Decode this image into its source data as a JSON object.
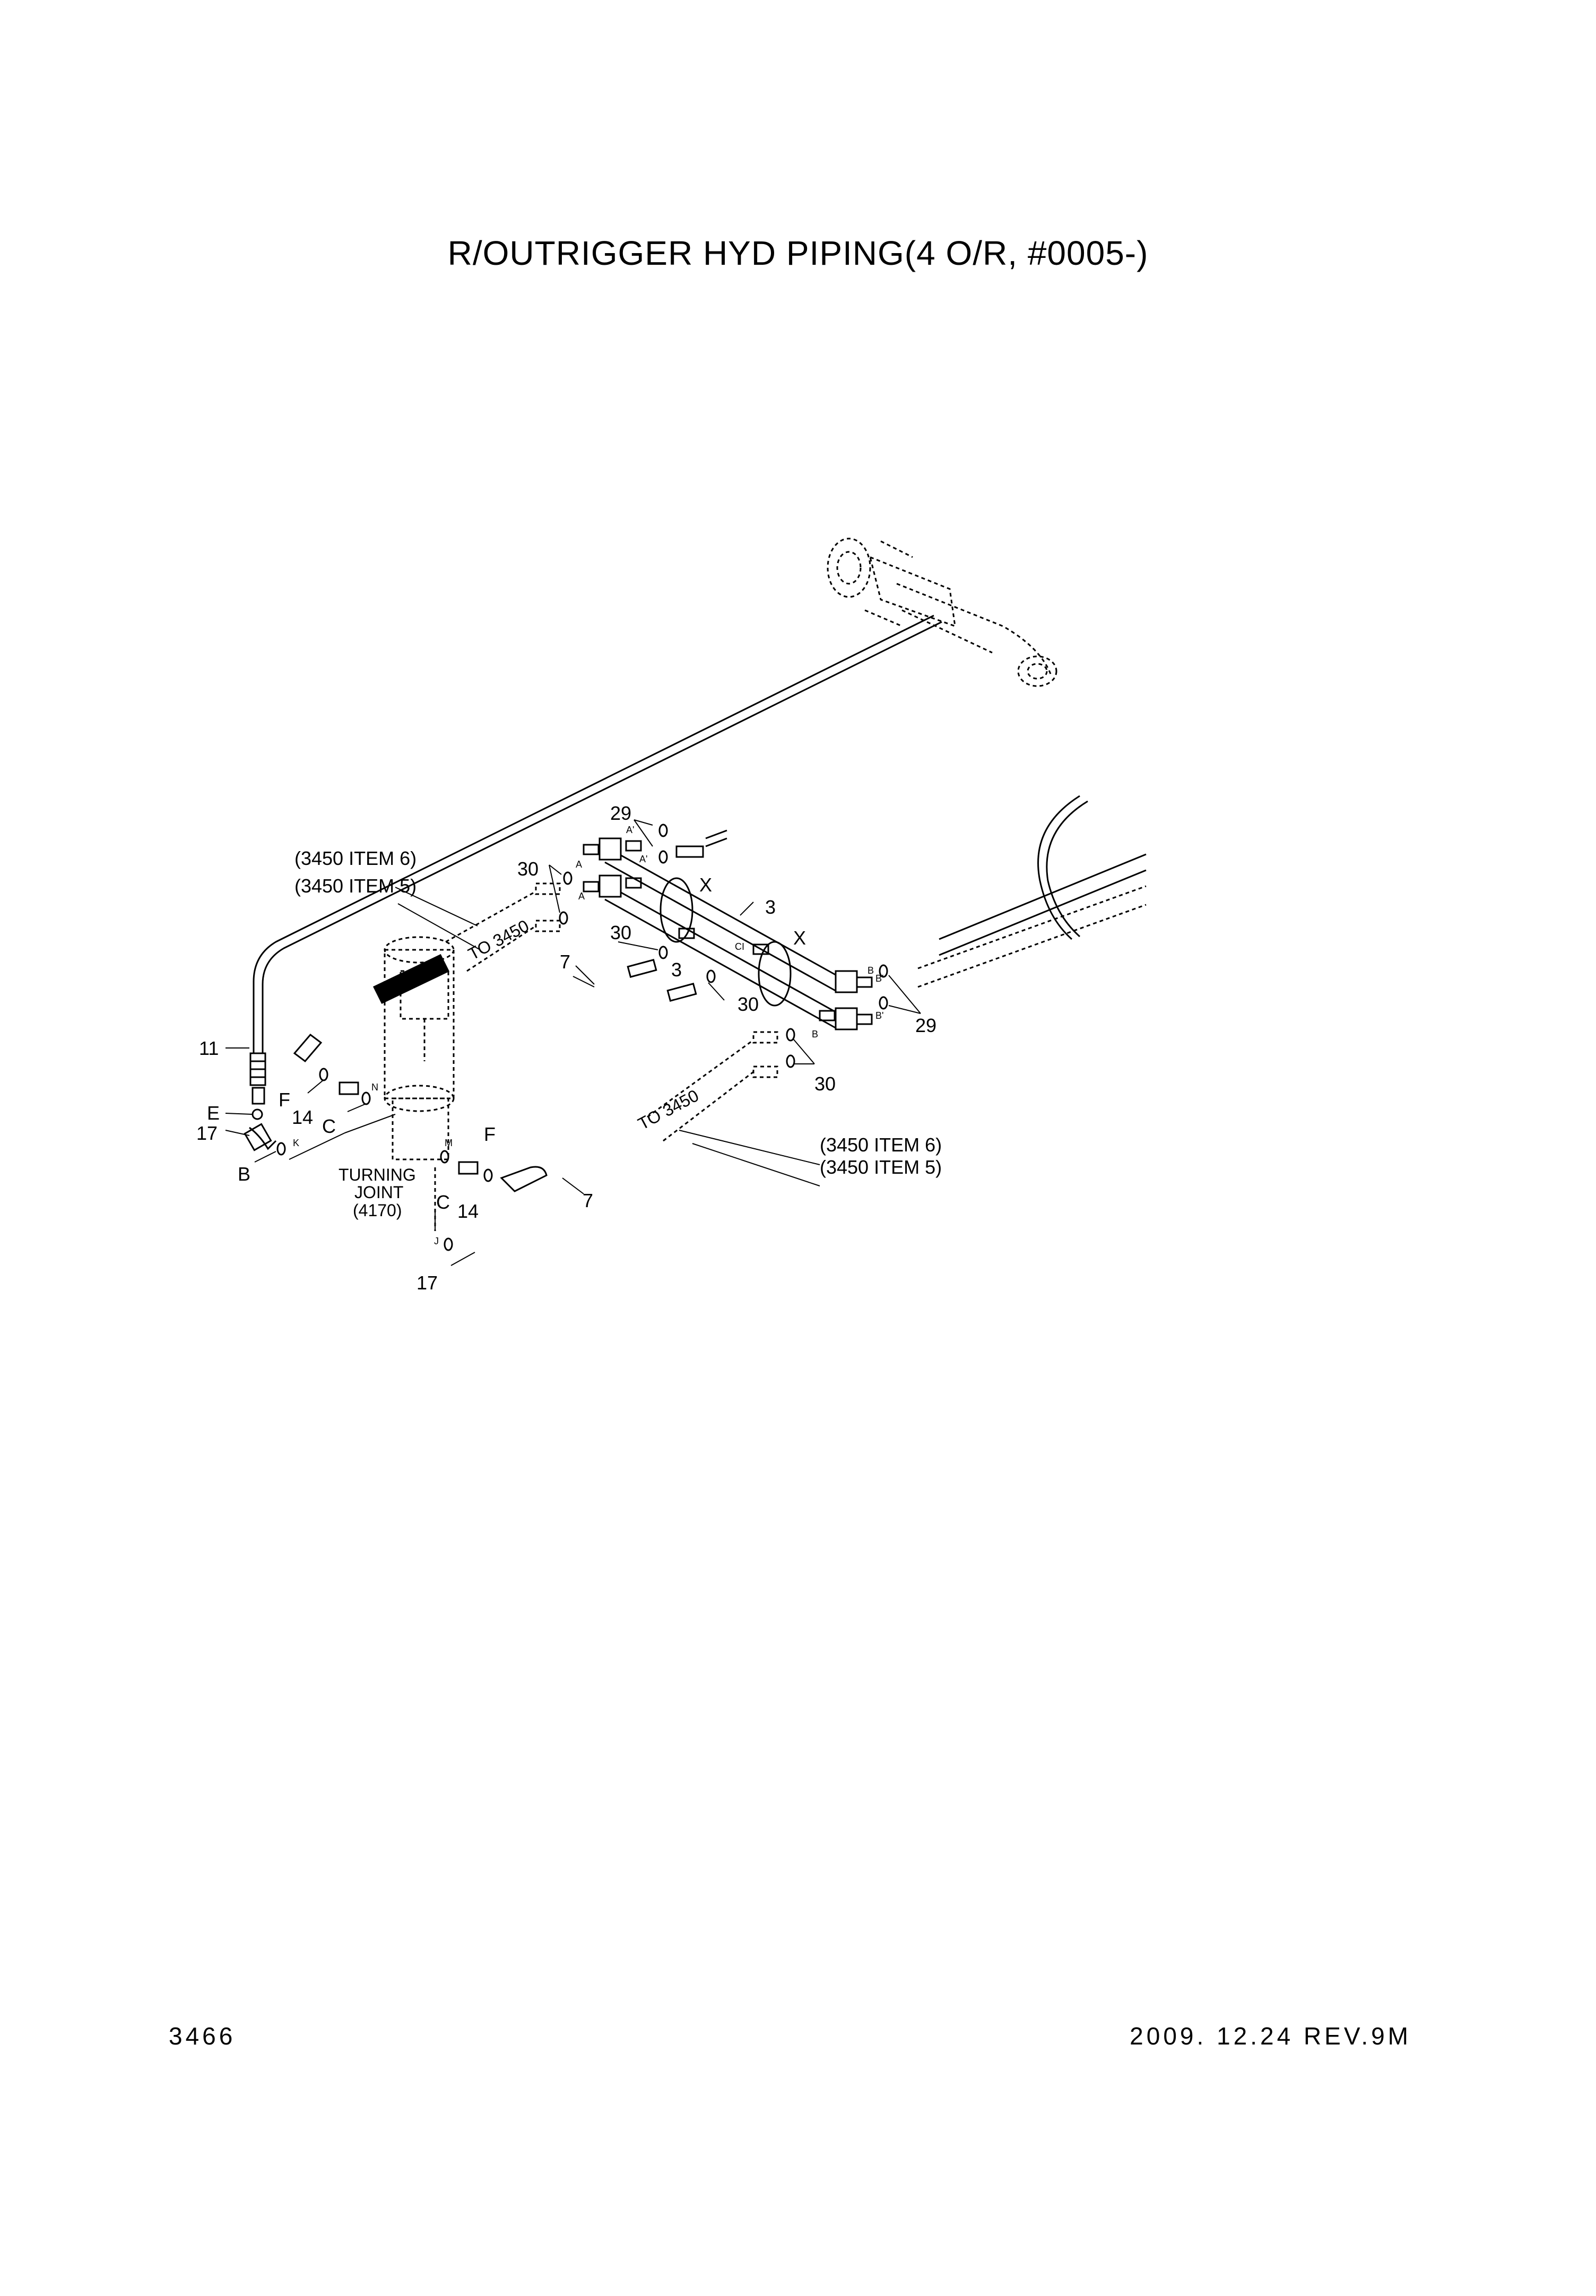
{
  "title": "R/OUTRIGGER HYD PIPING(4 O/R, #0005-)",
  "footer": {
    "page_number": "3466",
    "revision": "2009. 12.24 REV.9M"
  },
  "callouts": {
    "c3450_item6_top": "(3450 ITEM 6)",
    "c3450_item5_top": "(3450 ITEM 5)",
    "c3450_item6_bot": "(3450 ITEM 6)",
    "c3450_item5_bot": "(3450 ITEM 5)",
    "to3450_top": "TO 3450",
    "to3450_bot": "TO 3450",
    "turning_joint_1": "TURNING",
    "turning_joint_2": "JOINT",
    "turning_joint_3": "(4170)",
    "n29_top": "29",
    "n29_right": "29",
    "n30_a": "30",
    "n30_b": "30",
    "n30_c": "30",
    "n30_d": "30",
    "n3_a": "3",
    "n3_b": "3",
    "x_a": "X",
    "x_b": "X",
    "n7_a": "7",
    "n7_b": "7",
    "n11": "11",
    "e": "E",
    "n17_a": "17",
    "n17_b": "17",
    "b": "B",
    "f_a": "F",
    "f_b": "F",
    "n14_a": "14",
    "n14_b": "14",
    "c_a": "C",
    "c_b": "C"
  },
  "port_marks": {
    "a1": "A'",
    "a2": "A'",
    "a3": "A",
    "a4": "A",
    "b1": "B",
    "b2": "B'",
    "b3": "B'",
    "b4": "B",
    "n": "N",
    "m": "M",
    "k": "K",
    "j": "J",
    "ci": "CI"
  }
}
